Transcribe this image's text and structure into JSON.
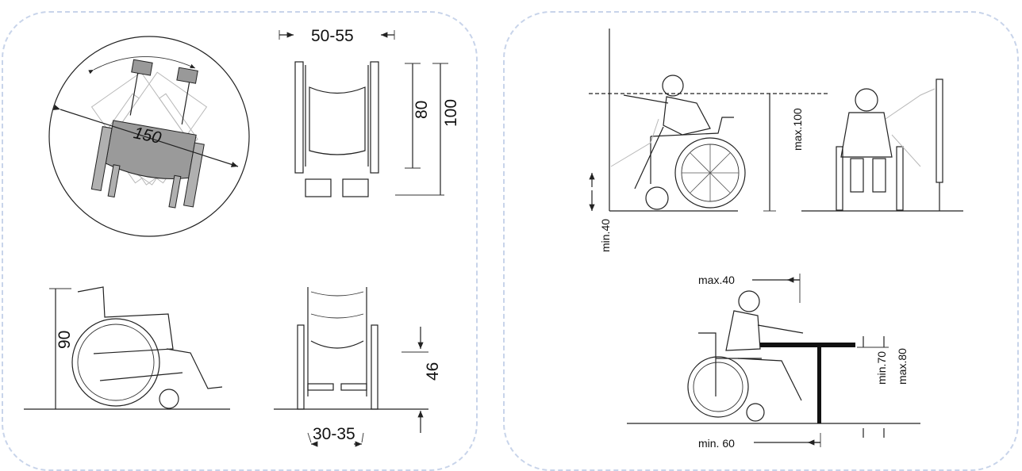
{
  "left_panel": {
    "turning_diameter": "150",
    "top_width": "50-55",
    "seat_depth": "80",
    "total_length": "100",
    "total_height": "90",
    "seat_height": "46",
    "seat_width": "30-35"
  },
  "right_panel": {
    "reach_height": "max.100",
    "low_reach": "min.40",
    "table_overhang": "max.40",
    "knee_clearance": "min.70",
    "table_height": "max.80",
    "table_depth": "min. 60"
  }
}
